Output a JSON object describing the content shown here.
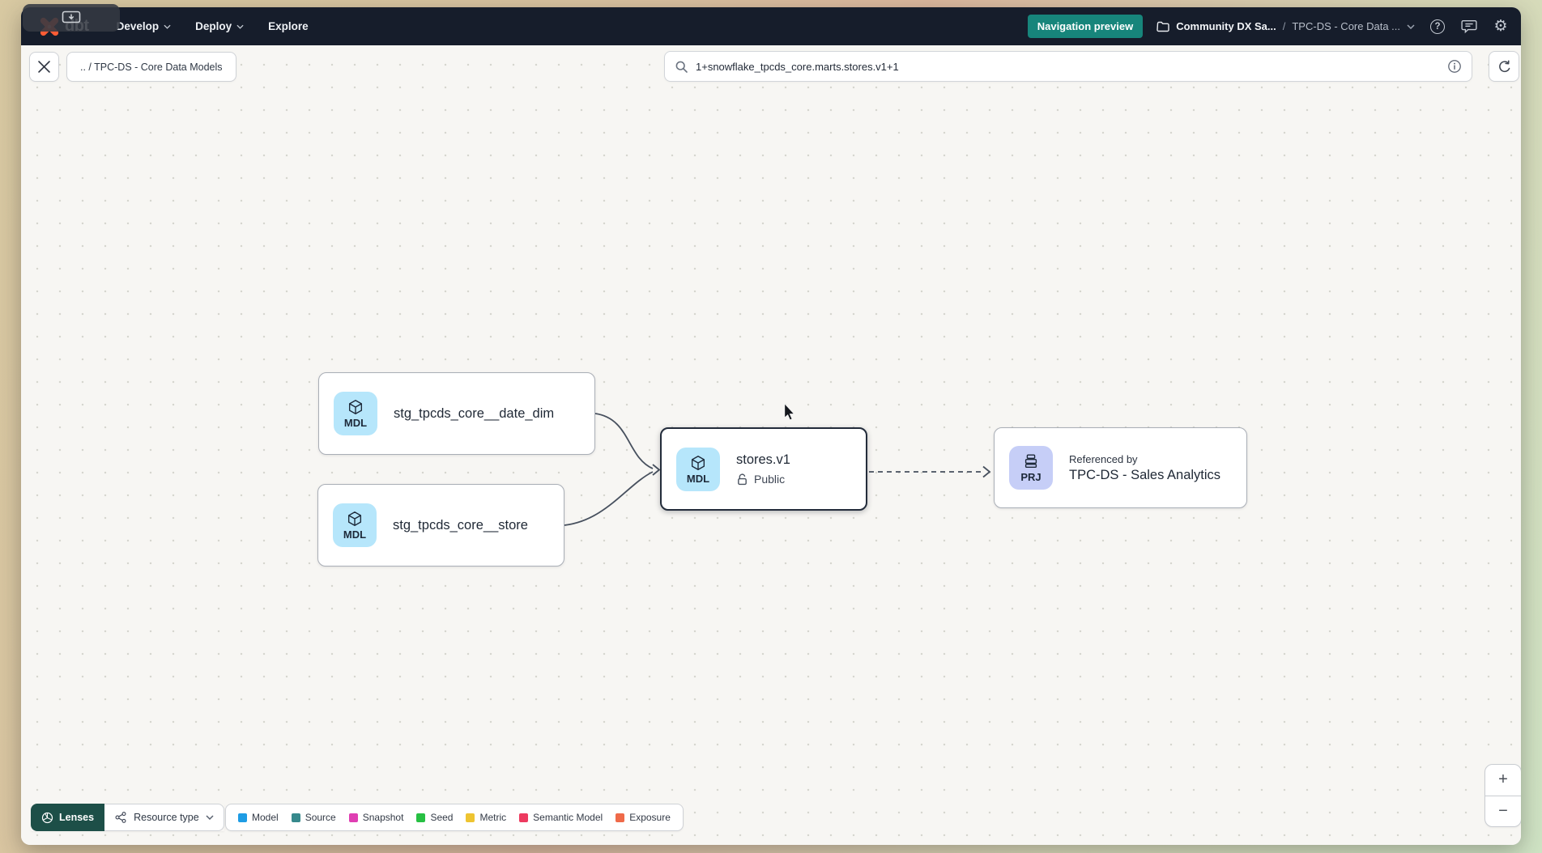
{
  "app": {
    "logo_text": "dbt"
  },
  "nav": {
    "menu": [
      {
        "label": "Develop"
      },
      {
        "label": "Deploy"
      },
      {
        "label": "Explore"
      }
    ],
    "preview_badge": "Navigation preview",
    "account": "Community DX Sa...",
    "separator": "/",
    "project": "TPC-DS - Core Data ...",
    "gear_glyph": "⚙",
    "help_glyph": "?"
  },
  "toolbar": {
    "breadcrumb": ".. / TPC-DS - Core Data Models",
    "search_value": "1+snowflake_tpcds_core.marts.stores.v1+1"
  },
  "graph": {
    "nodes": [
      {
        "badge": "MDL",
        "label": "stg_tpcds_core__date_dim"
      },
      {
        "badge": "MDL",
        "label": "stg_tpcds_core__store"
      },
      {
        "badge": "MDL",
        "label": "stores.v1",
        "access": "Public"
      },
      {
        "badge": "PRJ",
        "title": "Referenced by",
        "label": "TPC-DS - Sales Analytics"
      }
    ]
  },
  "footer": {
    "lenses_label": "Lenses",
    "resource_type_label": "Resource type"
  },
  "legend": {
    "items": [
      {
        "label": "Model",
        "color": "#1e9ce4"
      },
      {
        "label": "Source",
        "color": "#37898c"
      },
      {
        "label": "Snapshot",
        "color": "#df3eb2"
      },
      {
        "label": "Seed",
        "color": "#27c043"
      },
      {
        "label": "Metric",
        "color": "#eec431"
      },
      {
        "label": "Semantic Model",
        "color": "#ed3a5f"
      },
      {
        "label": "Exposure",
        "color": "#ef6a49"
      }
    ]
  },
  "zoom_controls": {
    "zoom_in": "+",
    "zoom_out": "−"
  },
  "colors": {
    "accent_teal": "#17857b",
    "lenses_teal": "#1d4f48",
    "navbar_bg": "#161d2b",
    "model_badge_bg": "#b6e6fb",
    "project_badge_bg": "#c6cef7",
    "logo_orange": "#ff5c35",
    "edge_stroke": "#47505e"
  }
}
